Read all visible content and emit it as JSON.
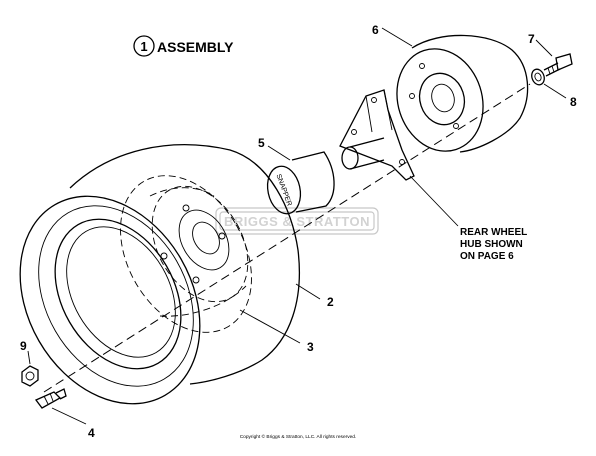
{
  "title": {
    "number": "1",
    "text": "ASSEMBLY"
  },
  "callouts": [
    {
      "id": "c1",
      "label": "2"
    },
    {
      "id": "c2",
      "label": "3"
    },
    {
      "id": "c3",
      "label": "4"
    },
    {
      "id": "c4",
      "label": "5"
    },
    {
      "id": "c5",
      "label": "6"
    },
    {
      "id": "c6",
      "label": "7"
    },
    {
      "id": "c7",
      "label": "8"
    },
    {
      "id": "c8",
      "label": "9"
    }
  ],
  "note": {
    "line1": "REAR WHEEL",
    "line2": "HUB SHOWN",
    "line3": "ON PAGE 6"
  },
  "cap_text": "SNAPPER",
  "watermark": "BRIGGS & STRATTON",
  "copyright": "Copyright © Briggs & Stratton, LLC. All rights reserved."
}
